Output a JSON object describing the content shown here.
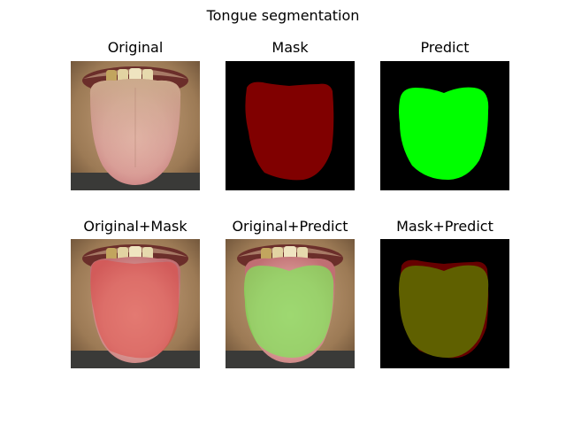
{
  "figure": {
    "title": "Tongue segmentation"
  },
  "panels": [
    {
      "title": "Original"
    },
    {
      "title": "Mask"
    },
    {
      "title": "Predict"
    },
    {
      "title": "Original+Mask"
    },
    {
      "title": "Original+Predict"
    },
    {
      "title": "Mask+Predict"
    }
  ],
  "colors": {
    "mask": "#800000",
    "predict": "#00ff00",
    "overlap": "#5f6000",
    "background": "#000000"
  }
}
